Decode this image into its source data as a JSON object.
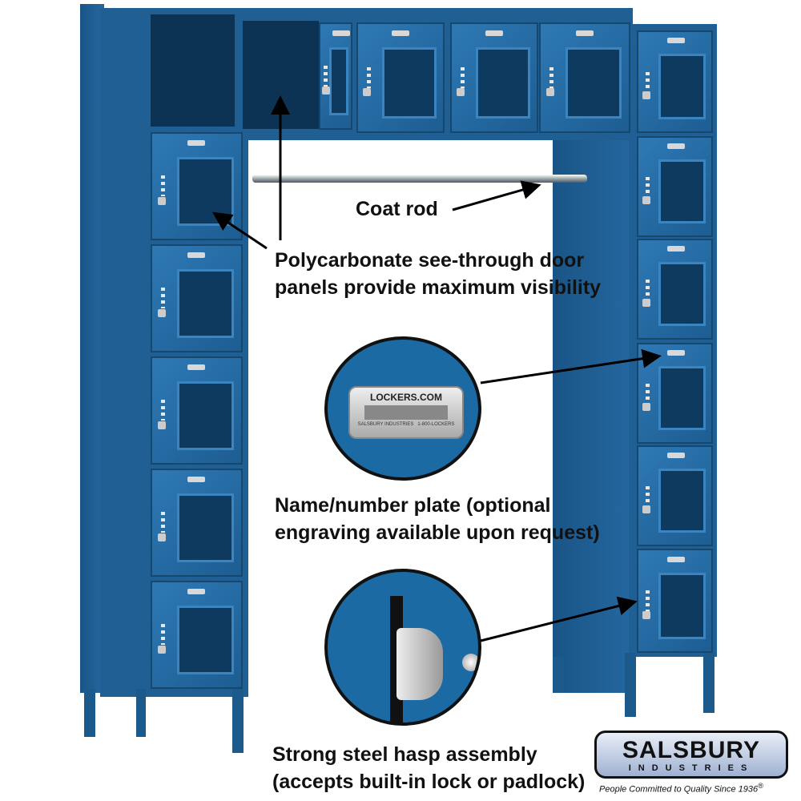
{
  "annotations": {
    "coat_rod": "Coat rod",
    "door_panels_line1": "Polycarbonate see-through door",
    "door_panels_line2": "panels provide maximum visibility",
    "name_plate_line1": "Name/number plate (optional",
    "name_plate_line2": "engraving available upon request)",
    "hasp_line1": "Strong steel hasp assembly",
    "hasp_line2": "(accepts built-in lock or padlock)"
  },
  "name_plate": {
    "title": "LOCKERS.COM",
    "footer_left": "SALSBURY INDUSTRIES",
    "footer_right": "1-800-LOCKERS"
  },
  "logo": {
    "brand": "SALSBURY",
    "sub": "INDUSTRIES",
    "tagline": "People Committed to Quality Since 1936",
    "registered": "®"
  },
  "colors": {
    "locker_blue": "#1f5f93",
    "circle_blue": "#1b6aa3"
  }
}
